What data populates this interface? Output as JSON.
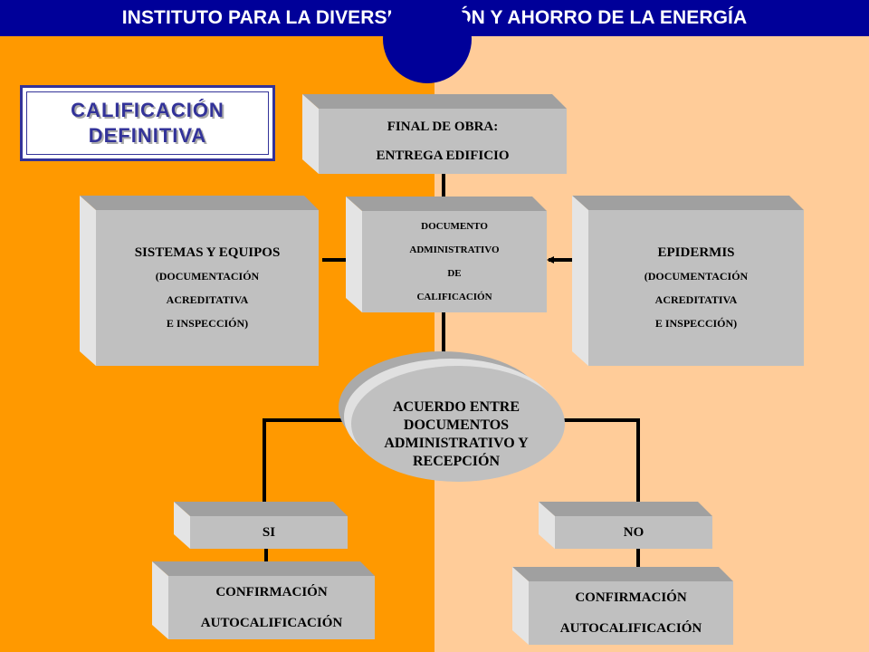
{
  "header": {
    "title": "INSTITUTO PARA LA DIVERSIFICACIÓN Y AHORRO DE LA ENERGÍA"
  },
  "badge": {
    "line1": "CALIFICACIÓN",
    "line2": "DEFINITIVA"
  },
  "colors": {
    "left_bg": "#FF9900",
    "right_bg": "#FFCC99",
    "brand": "#000099",
    "box": "#C0C0C0"
  },
  "boxes": {
    "final_obra": {
      "line1": "FINAL DE OBRA:",
      "line2": "ENTREGA EDIFICIO"
    },
    "documento": {
      "line1": "DOCUMENTO",
      "line2": "ADMINISTRATIVO",
      "line3": "DE",
      "line4": "CALIFICACIÓN"
    },
    "sistemas": {
      "line1": "SISTEMAS Y EQUIPOS",
      "line2": "(DOCUMENTACIÓN",
      "line3": "ACREDITATIVA",
      "line4": "E INSPECCIÓN)"
    },
    "epidermis": {
      "line1": "EPIDERMIS",
      "line2": "(DOCUMENTACIÓN",
      "line3": "ACREDITATIVA",
      "line4": "E INSPECCIÓN)"
    },
    "acuerdo": {
      "line1": "ACUERDO ENTRE",
      "line2": "DOCUMENTOS",
      "line3": "ADMINISTRATIVO Y",
      "line4": "RECEPCIÓN"
    },
    "si": {
      "label": "SI"
    },
    "no": {
      "label": "NO"
    },
    "confirm_left": {
      "line1": "CONFIRMACIÓN",
      "line2": "AUTOCALIFICACIÓN"
    },
    "confirm_right": {
      "line1": "CONFIRMACIÓN",
      "line2": "AUTOCALIFICACIÓN"
    }
  }
}
